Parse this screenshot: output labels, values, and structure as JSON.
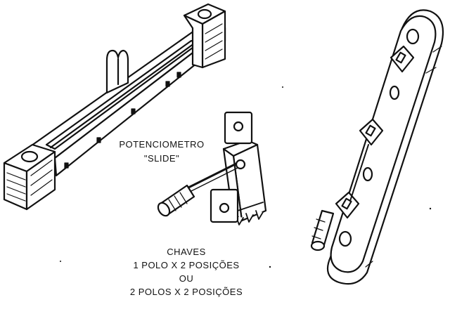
{
  "labels": {
    "potentiometer": {
      "line1": "POTENCIOMETRO",
      "line2": "\"SLIDE\""
    },
    "switches": {
      "line1": "CHAVES",
      "line2": "1 POLO X 2 POSIÇÕES",
      "line3": "OU",
      "line4": "2 POLOS X 2 POSIÇÕES"
    }
  },
  "colors": {
    "ink": "#111111",
    "paper": "#ffffff"
  }
}
